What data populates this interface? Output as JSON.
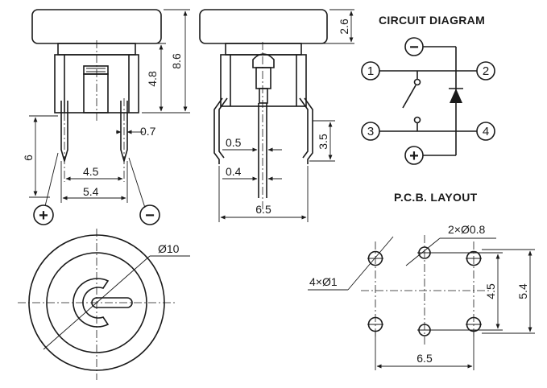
{
  "headings": {
    "circuit": "CIRCUIT DIAGRAM",
    "pcb": "P.C.B. LAYOUT"
  },
  "side_view": {
    "height_total": "8.6",
    "height_body": "4.8",
    "lead_length": "6",
    "lead_thickness": "0.7",
    "lead_spacing_inner": "4.5",
    "lead_spacing_outer": "5.4",
    "plus": "+",
    "minus": "−"
  },
  "front_view": {
    "cap_height": "2.6",
    "lead_width_top": "0.5",
    "lead_width_bottom": "0.4",
    "lead_height": "3.5",
    "lead_spacing": "6.5"
  },
  "top_view": {
    "diameter": "Ø10"
  },
  "circuit": {
    "pins": [
      "1",
      "2",
      "3",
      "4"
    ],
    "minus": "−",
    "plus": "+"
  },
  "pcb": {
    "large_holes": "4×Ø1",
    "small_holes": "2×Ø0.8",
    "pitch_inner": "4.5",
    "pitch_outer": "5.4",
    "width": "6.5"
  }
}
